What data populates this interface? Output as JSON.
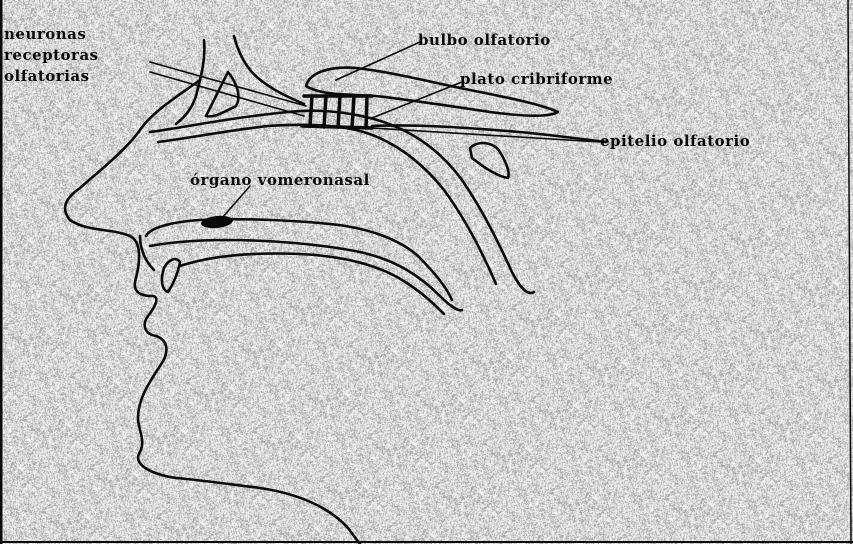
{
  "labels": {
    "neuronas_line1": "neuronas",
    "neuronas_line2": "receptoras",
    "neuronas_line3": "olfatorias",
    "bulbo": "bulbo olfatorio",
    "plato": "plato cribriforme",
    "epitelio": "epitelio olfatorio",
    "organo": "órgano vomeronasal"
  },
  "colors": {
    "background": "#d2d2d2",
    "ink": "#0a0a0a"
  }
}
